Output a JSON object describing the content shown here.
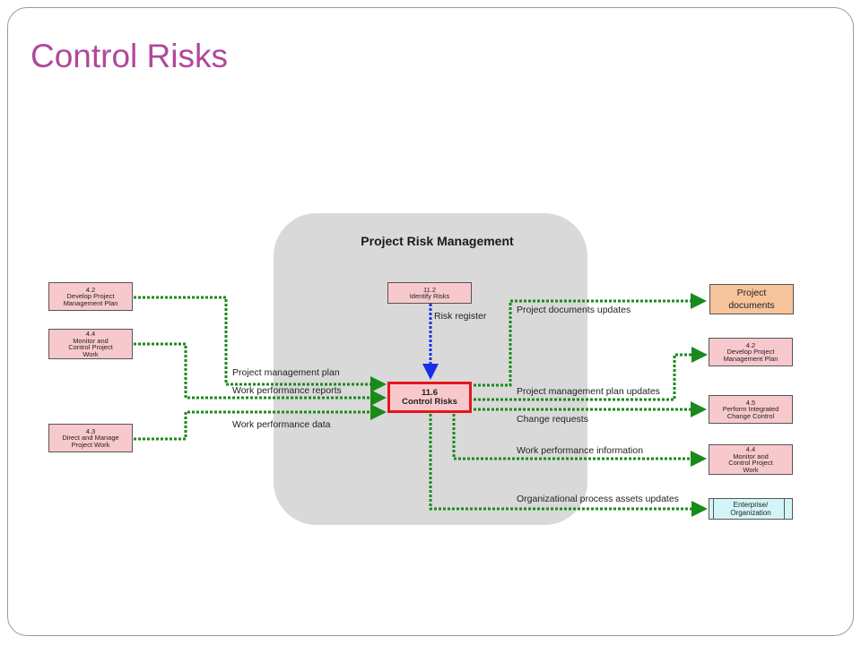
{
  "slide_title": "Control Risks",
  "group_title": "Project Risk Management",
  "center_process": {
    "number": "11.6",
    "name": "Control Risks"
  },
  "identify_risks": {
    "number": "11.2",
    "name": "Identify Risks"
  },
  "inputs": [
    {
      "number": "4.2",
      "name": "Develop Project Management Plan",
      "lines": [
        "4.2",
        "Develop Project",
        "Management Plan"
      ]
    },
    {
      "number": "4.4",
      "name": "Monitor and Control Project Work",
      "lines": [
        "4.4",
        "Monitor and",
        "Control Project",
        "Work"
      ]
    },
    {
      "number": "4.3",
      "name": "Direct and Manage Project Work",
      "lines": [
        "4.3",
        "Direct and Manage",
        "Project Work"
      ]
    }
  ],
  "outputs": [
    {
      "number": "4.2",
      "name": "Develop Project Management Plan",
      "lines": [
        "4.2",
        "Develop Project",
        "Management Plan"
      ]
    },
    {
      "number": "4.5",
      "name": "Perform Integrated Change Control",
      "lines": [
        "4.5",
        "Perform Integrated",
        "Change Control"
      ]
    },
    {
      "number": "4.4",
      "name": "Monitor and Control Project Work",
      "lines": [
        "4.4",
        "Monitor and",
        "Control Project",
        "Work"
      ]
    }
  ],
  "project_documents": {
    "line1": "Project",
    "line2": "documents"
  },
  "enterprise": {
    "line1": "Enterprise/",
    "line2": "Organization"
  },
  "flow_labels": {
    "risk_register": "Risk register",
    "pm_plan": "Project management plan",
    "work_perf_reports": "Work performance reports",
    "work_perf_data": "Work performance data",
    "project_docs_updates": "Project documents updates",
    "pm_plan_updates": "Project management plan updates",
    "change_requests": "Change requests",
    "work_perf_info": "Work performance information",
    "opa_updates": "Organizational process assets updates"
  },
  "colors": {
    "title": "#b0489c",
    "flow_green": "#1a8a1a",
    "flow_blue": "#1a2ee8",
    "process_fill": "#f8c9cc",
    "center_border": "#e8141e",
    "documents_fill": "#f7c39b",
    "enterprise_fill": "#d4f5f7",
    "group_fill": "#d9d9d9"
  }
}
